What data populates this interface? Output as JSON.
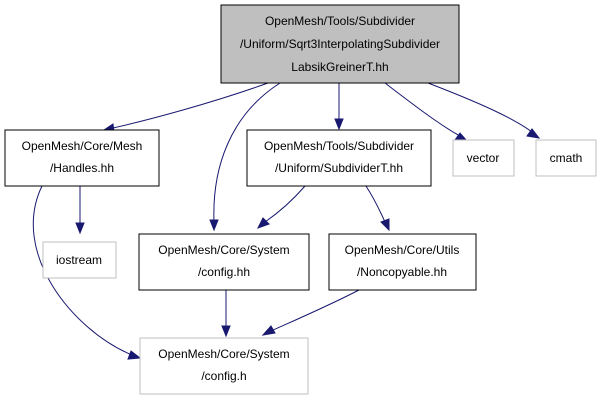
{
  "colors": {
    "root_fill": "#bfbfbf",
    "node_border": "#000000",
    "external_border": "#bfbfbf",
    "edge": "#191970"
  },
  "nodes": {
    "root": [
      "OpenMesh/Tools/Subdivider",
      "/Uniform/Sqrt3InterpolatingSubdivider",
      "LabsikGreinerT.hh"
    ],
    "handles": [
      "OpenMesh/Core/Mesh",
      "/Handles.hh"
    ],
    "subdividert": [
      "OpenMesh/Tools/Subdivider",
      "/Uniform/SubdividerT.hh"
    ],
    "vector": [
      "vector"
    ],
    "cmath": [
      "cmath"
    ],
    "iostream": [
      "iostream"
    ],
    "config_hh": [
      "OpenMesh/Core/System",
      "/config.hh"
    ],
    "noncopyable": [
      "OpenMesh/Core/Utils",
      "/Noncopyable.hh"
    ],
    "config_h": [
      "OpenMesh/Core/System",
      "/config.h"
    ]
  }
}
